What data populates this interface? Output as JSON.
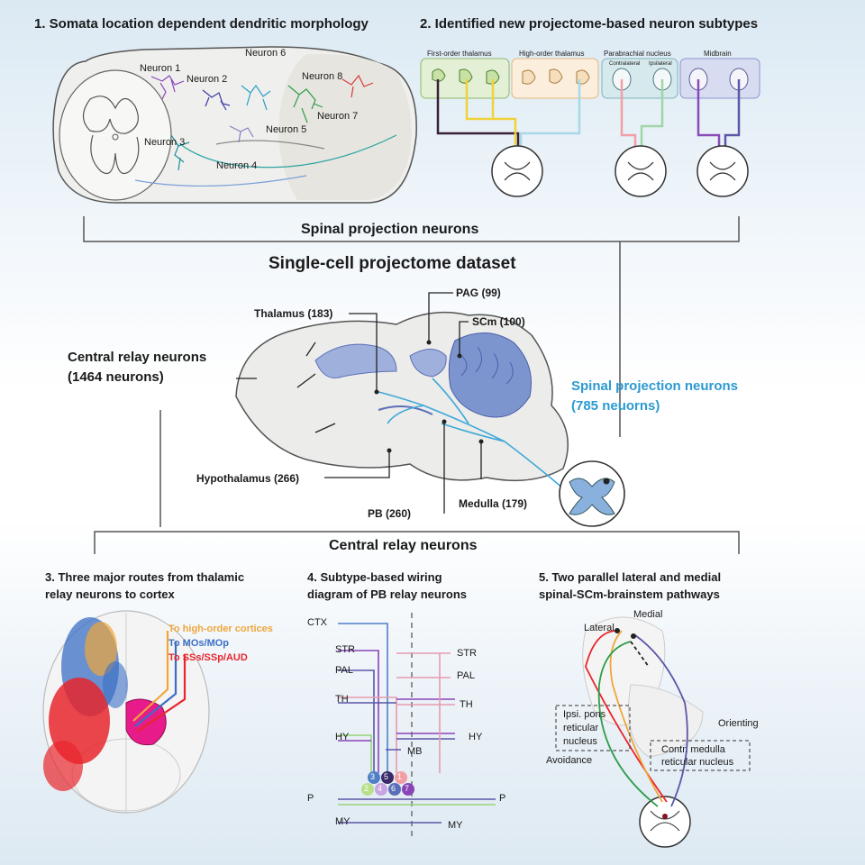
{
  "panel1": {
    "title": "1. Somata location dependent dendritic morphology",
    "neurons": [
      "Neuron 1",
      "Neuron 2",
      "Neuron 3",
      "Neuron 4",
      "Neuron 5",
      "Neuron 6",
      "Neuron 7",
      "Neuron 8"
    ]
  },
  "panel2": {
    "title": "2. Identified new projectome-based neuron subtypes",
    "groups": [
      "First-order thalamus",
      "High-order thalamus",
      "Parabrachial nucleus",
      "Midbrain"
    ],
    "pb_sides": [
      "Contralateral",
      "Ipsilateral"
    ]
  },
  "center": {
    "spinal_header": "Spinal projection neurons",
    "dataset_title": "Single-cell projectome dataset",
    "central_relay": [
      "Central relay neurons",
      "(1464 neurons)"
    ],
    "spinal_proj": [
      "Spinal projection neurons",
      "(785 neuorns)"
    ],
    "regions": {
      "thalamus": "Thalamus (183)",
      "pag": "PAG (99)",
      "scm": "SCm (100)",
      "hypothalamus": "Hypothalamus (266)",
      "pb": "PB (260)",
      "medulla": "Medulla (179)"
    },
    "relay_header": "Central relay neurons"
  },
  "panel3": {
    "title": [
      "3. Three major routes from thalamic",
      "relay neurons to cortex"
    ],
    "legend": [
      {
        "label": "To high-order cortices",
        "color": "#f0a63a"
      },
      {
        "label": "To MOs/MOp",
        "color": "#3b6fc4"
      },
      {
        "label": "To SSs/SSp/AUD",
        "color": "#e8262c"
      }
    ]
  },
  "panel4": {
    "title": [
      "4. Subtype-based wiring",
      "diagram of PB relay neurons"
    ],
    "left_targets": [
      "CTX",
      "STR",
      "PAL",
      "TH",
      "HY",
      "P",
      "MY"
    ],
    "right_targets": [
      "STR",
      "PAL",
      "TH",
      "HY",
      "P",
      "MY"
    ],
    "mid_target": "MB",
    "nodes": [
      "1",
      "2",
      "3",
      "4",
      "5",
      "6",
      "7"
    ]
  },
  "panel5": {
    "title": [
      "5. Two parallel lateral and medial",
      "spinal-SCm-brainstem pathways"
    ],
    "labels": {
      "medial": "Medial",
      "lateral": "Lateral",
      "orienting": "Orienting",
      "avoidance": "Avoidance",
      "ipsi": [
        "Ipsi. pons",
        "reticular",
        "nucleus"
      ],
      "contr": [
        "Contr. medulla",
        "reticular nucleus"
      ]
    }
  }
}
